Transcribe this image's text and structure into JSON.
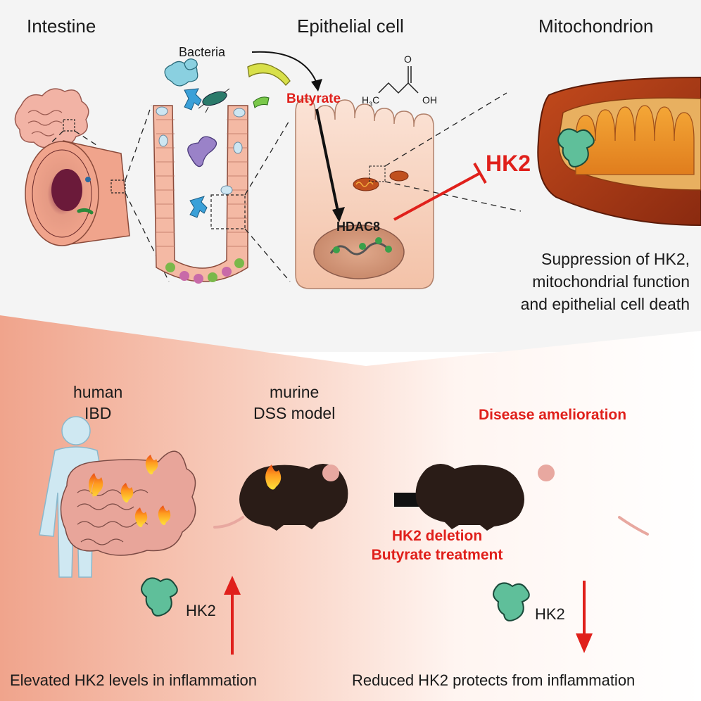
{
  "top": {
    "section_intestine": "Intestine",
    "section_epithelial": "Epithelial cell",
    "section_mitochondrion": "Mitochondrion",
    "bacteria": "Bacteria",
    "butyrate": "Butyrate",
    "formula_ch3": "H",
    "formula_ch3_sub": "3",
    "formula_c": "C",
    "formula_oh": "OH",
    "formula_o": "O",
    "hdac8": "HDAC8",
    "hk2_inhibit": "HK2",
    "summary_line1": "Suppression of HK2,",
    "summary_line2": "mitochondrial function",
    "summary_line3": "and epithelial cell death"
  },
  "bottom": {
    "human_line1": "human",
    "human_line2": "IBD",
    "murine_line1": "murine",
    "murine_line2": "DSS model",
    "amelioration": "Disease amelioration",
    "deletion": "HK2 deletion",
    "treatment": "Butyrate treatment",
    "hk2_left": "HK2",
    "hk2_right": "HK2",
    "elevated": "Elevated HK2 levels in inflammation",
    "reduced": "Reduced HK2 protects from inflammation"
  },
  "colors": {
    "accent_red": "#e0201b",
    "hk2_green": "#5fbf9a",
    "tissue_pink": "#f2a48d",
    "mouse": "#2a1c17"
  }
}
